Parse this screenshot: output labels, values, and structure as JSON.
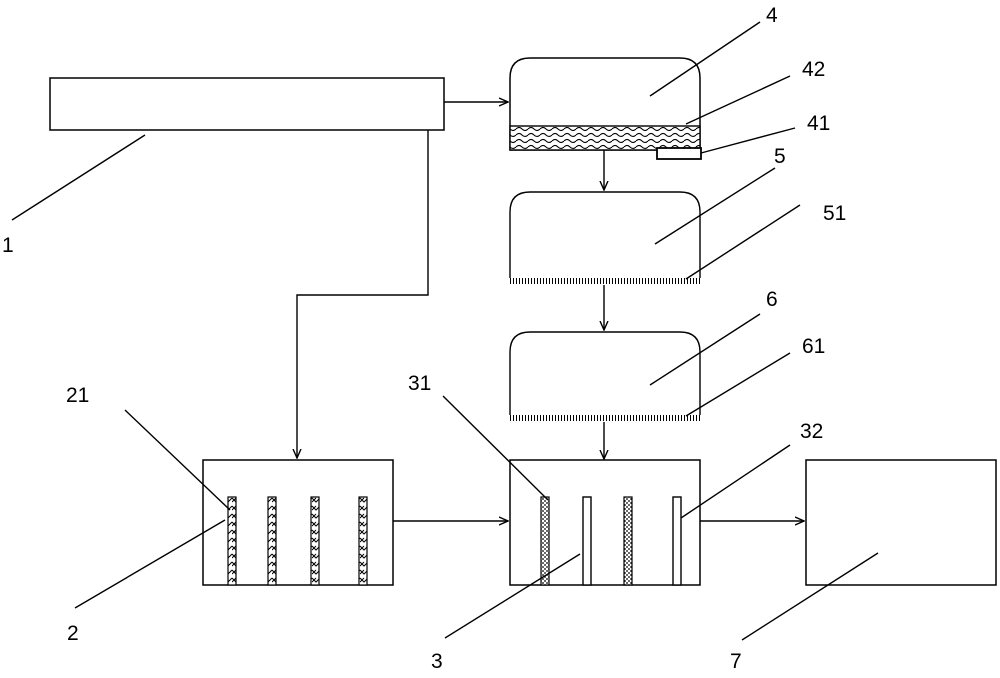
{
  "labels": {
    "l1": "1",
    "l2": "2",
    "l3": "3",
    "l4": "4",
    "l5": "5",
    "l6": "6",
    "l7": "7",
    "l21": "21",
    "l31": "31",
    "l32": "32",
    "l41": "41",
    "l42": "42",
    "l51": "51",
    "l61": "61"
  }
}
